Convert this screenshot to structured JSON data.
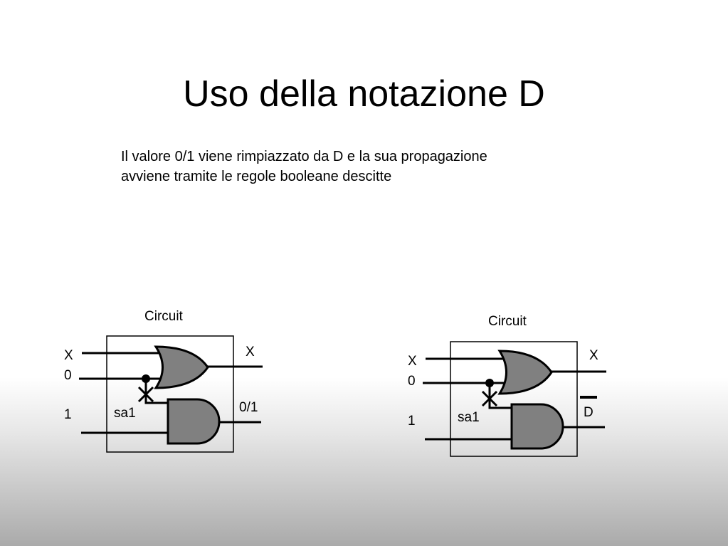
{
  "slide": {
    "title": "Uso della notazione D",
    "body_lines": [
      "Il valore 0/1 viene rimpiazzato da D e la sua propagazione",
      "avviene tramite le regole booleane descitte"
    ]
  },
  "diagrams": [
    {
      "title": "Circuit",
      "inputs": [
        "X",
        "0",
        "1"
      ],
      "fault_label": "sa1",
      "outputs": [
        "X",
        "0/1"
      ]
    },
    {
      "title": "Circuit",
      "inputs": [
        "X",
        "0",
        "1"
      ],
      "fault_label": "sa1",
      "outputs": [
        "X",
        "D"
      ]
    }
  ],
  "colors": {
    "gate_fill": "#808080",
    "line": "#000000"
  }
}
